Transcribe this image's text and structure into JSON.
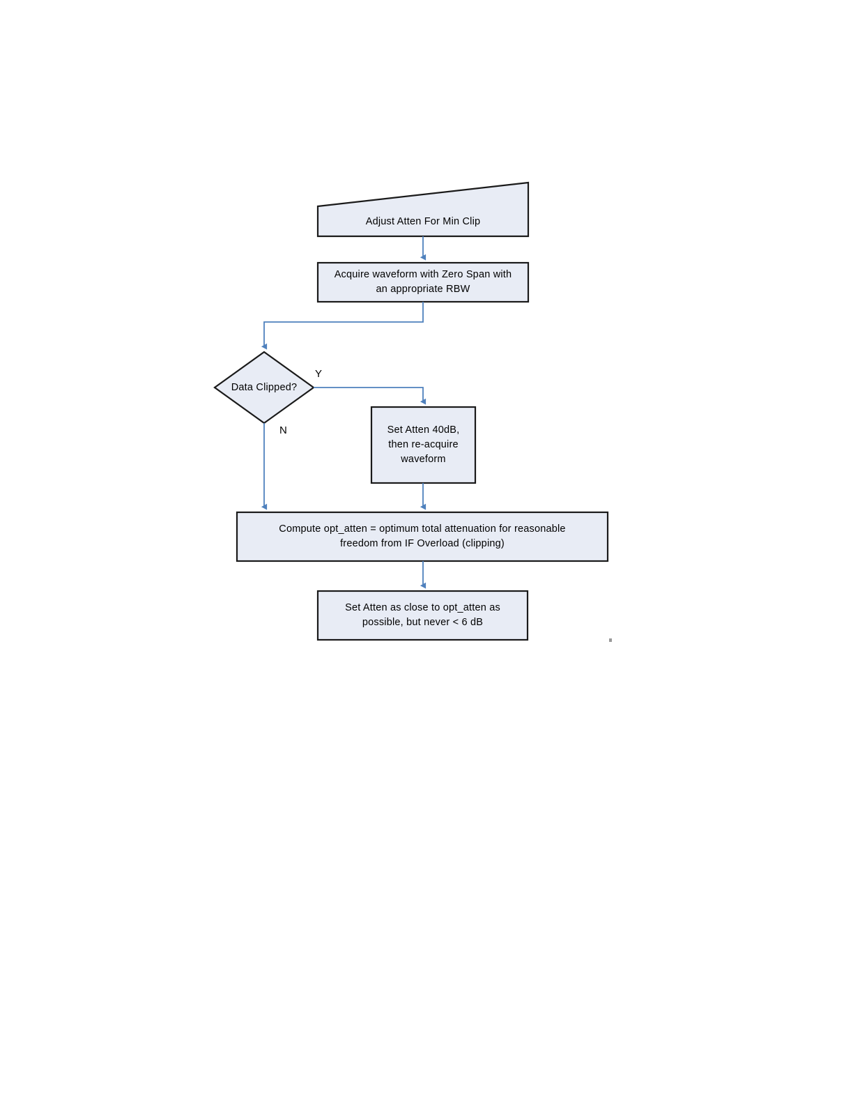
{
  "diagram": {
    "type": "flowchart",
    "title": "Adjust Atten For Min Clip",
    "background_color": "#ffffff",
    "node_fill_color": "#E8ECF5",
    "node_stroke_color": "#1a1a1a",
    "connector_color": "#4F81BD",
    "nodes": [
      {
        "id": "start",
        "shape": "trapezoid",
        "label": "Adjust Atten For Min Clip"
      },
      {
        "id": "acquire",
        "shape": "rectangle",
        "label": "Acquire waveform with Zero Span with\nan appropriate RBW"
      },
      {
        "id": "decision",
        "shape": "diamond",
        "label": "Data Clipped?"
      },
      {
        "id": "set40",
        "shape": "rectangle",
        "label": "Set Atten 40dB,\nthen re-acquire\nwaveform"
      },
      {
        "id": "compute",
        "shape": "rectangle",
        "label": "Compute opt_atten = optimum total attenuation for reasonable\nfreedom from IF Overload (clipping)"
      },
      {
        "id": "setfinal",
        "shape": "rectangle",
        "label": "Set Atten as close to opt_atten as\npossible, but never < 6 dB"
      }
    ],
    "edges": [
      {
        "id": "start-to-acquire",
        "from": "start",
        "to": "acquire",
        "label": ""
      },
      {
        "id": "acquire-to-decision",
        "from": "acquire",
        "to": "decision",
        "label": ""
      },
      {
        "id": "decision-yes",
        "from": "decision",
        "to": "set40",
        "label": "Y"
      },
      {
        "id": "decision-no",
        "from": "decision",
        "to": "compute",
        "label": "N"
      },
      {
        "id": "set40-to-compute",
        "from": "set40",
        "to": "compute",
        "label": ""
      },
      {
        "id": "compute-to-setfinal",
        "from": "compute",
        "to": "setfinal",
        "label": ""
      }
    ]
  }
}
